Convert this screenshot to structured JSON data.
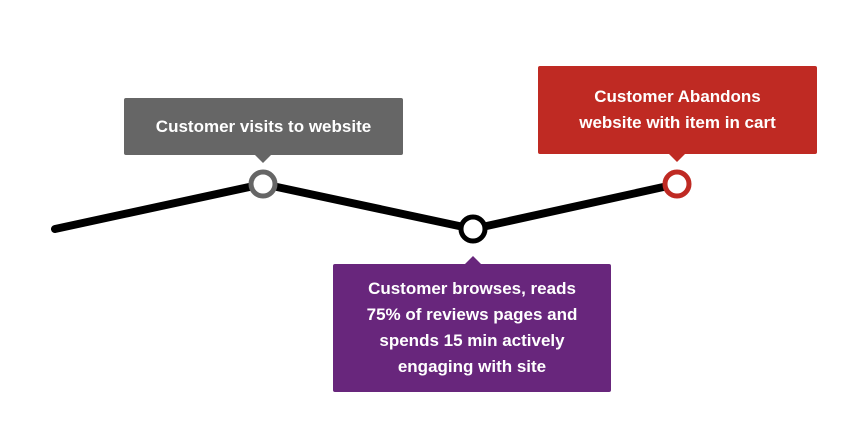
{
  "colors": {
    "line": "#000000",
    "visit": "#666666",
    "browse": "#68267c",
    "abandon": "#bf2a23"
  },
  "steps": [
    {
      "id": "visit",
      "lines": [
        "Customer visits to website"
      ]
    },
    {
      "id": "browse",
      "lines": [
        "Customer browses,  reads",
        "75% of reviews pages and",
        "spends 15 min actively",
        "engaging with site"
      ]
    },
    {
      "id": "abandon",
      "lines": [
        "Customer Abandons",
        "website with item in cart"
      ]
    }
  ]
}
